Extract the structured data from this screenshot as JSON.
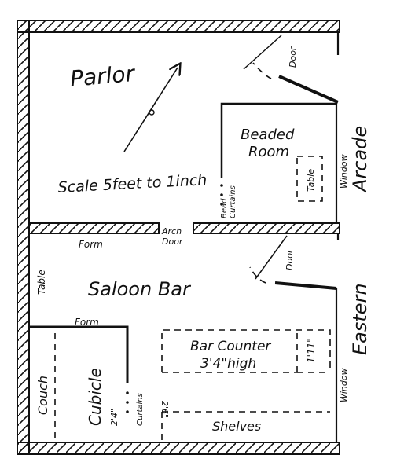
{
  "rooms": {
    "parlor": "Parlor",
    "beaded_room": [
      "Beaded",
      "Room"
    ],
    "saloon_bar": "Saloon Bar",
    "cubicle": "Cubicle"
  },
  "streets": {
    "arcade": "Arcade",
    "eastern": "Eastern"
  },
  "scale_note": "Scale 5feet to 1inch",
  "labels": {
    "door_top": "Door",
    "door_bottom": "Door",
    "window_top": "Window",
    "window_bottom": "Window",
    "table_beaded": "Table",
    "table_left": "Table",
    "bead_curtains": [
      "Bead",
      "Curtains"
    ],
    "arch_door": [
      "Arch",
      "Door"
    ],
    "form_upper": "Form",
    "form_lower": "Form",
    "couch": "Couch",
    "cubicle_curtains": [
      "2'4\"",
      "Curtains"
    ],
    "bar_counter": "Bar Counter",
    "bar_height": "3'4\"high",
    "bar_depth": "1'11\"",
    "gap_width": "2'6\"",
    "shelves": "Shelves"
  },
  "colors": {
    "ink": "#111111",
    "paper": "#ffffff"
  }
}
